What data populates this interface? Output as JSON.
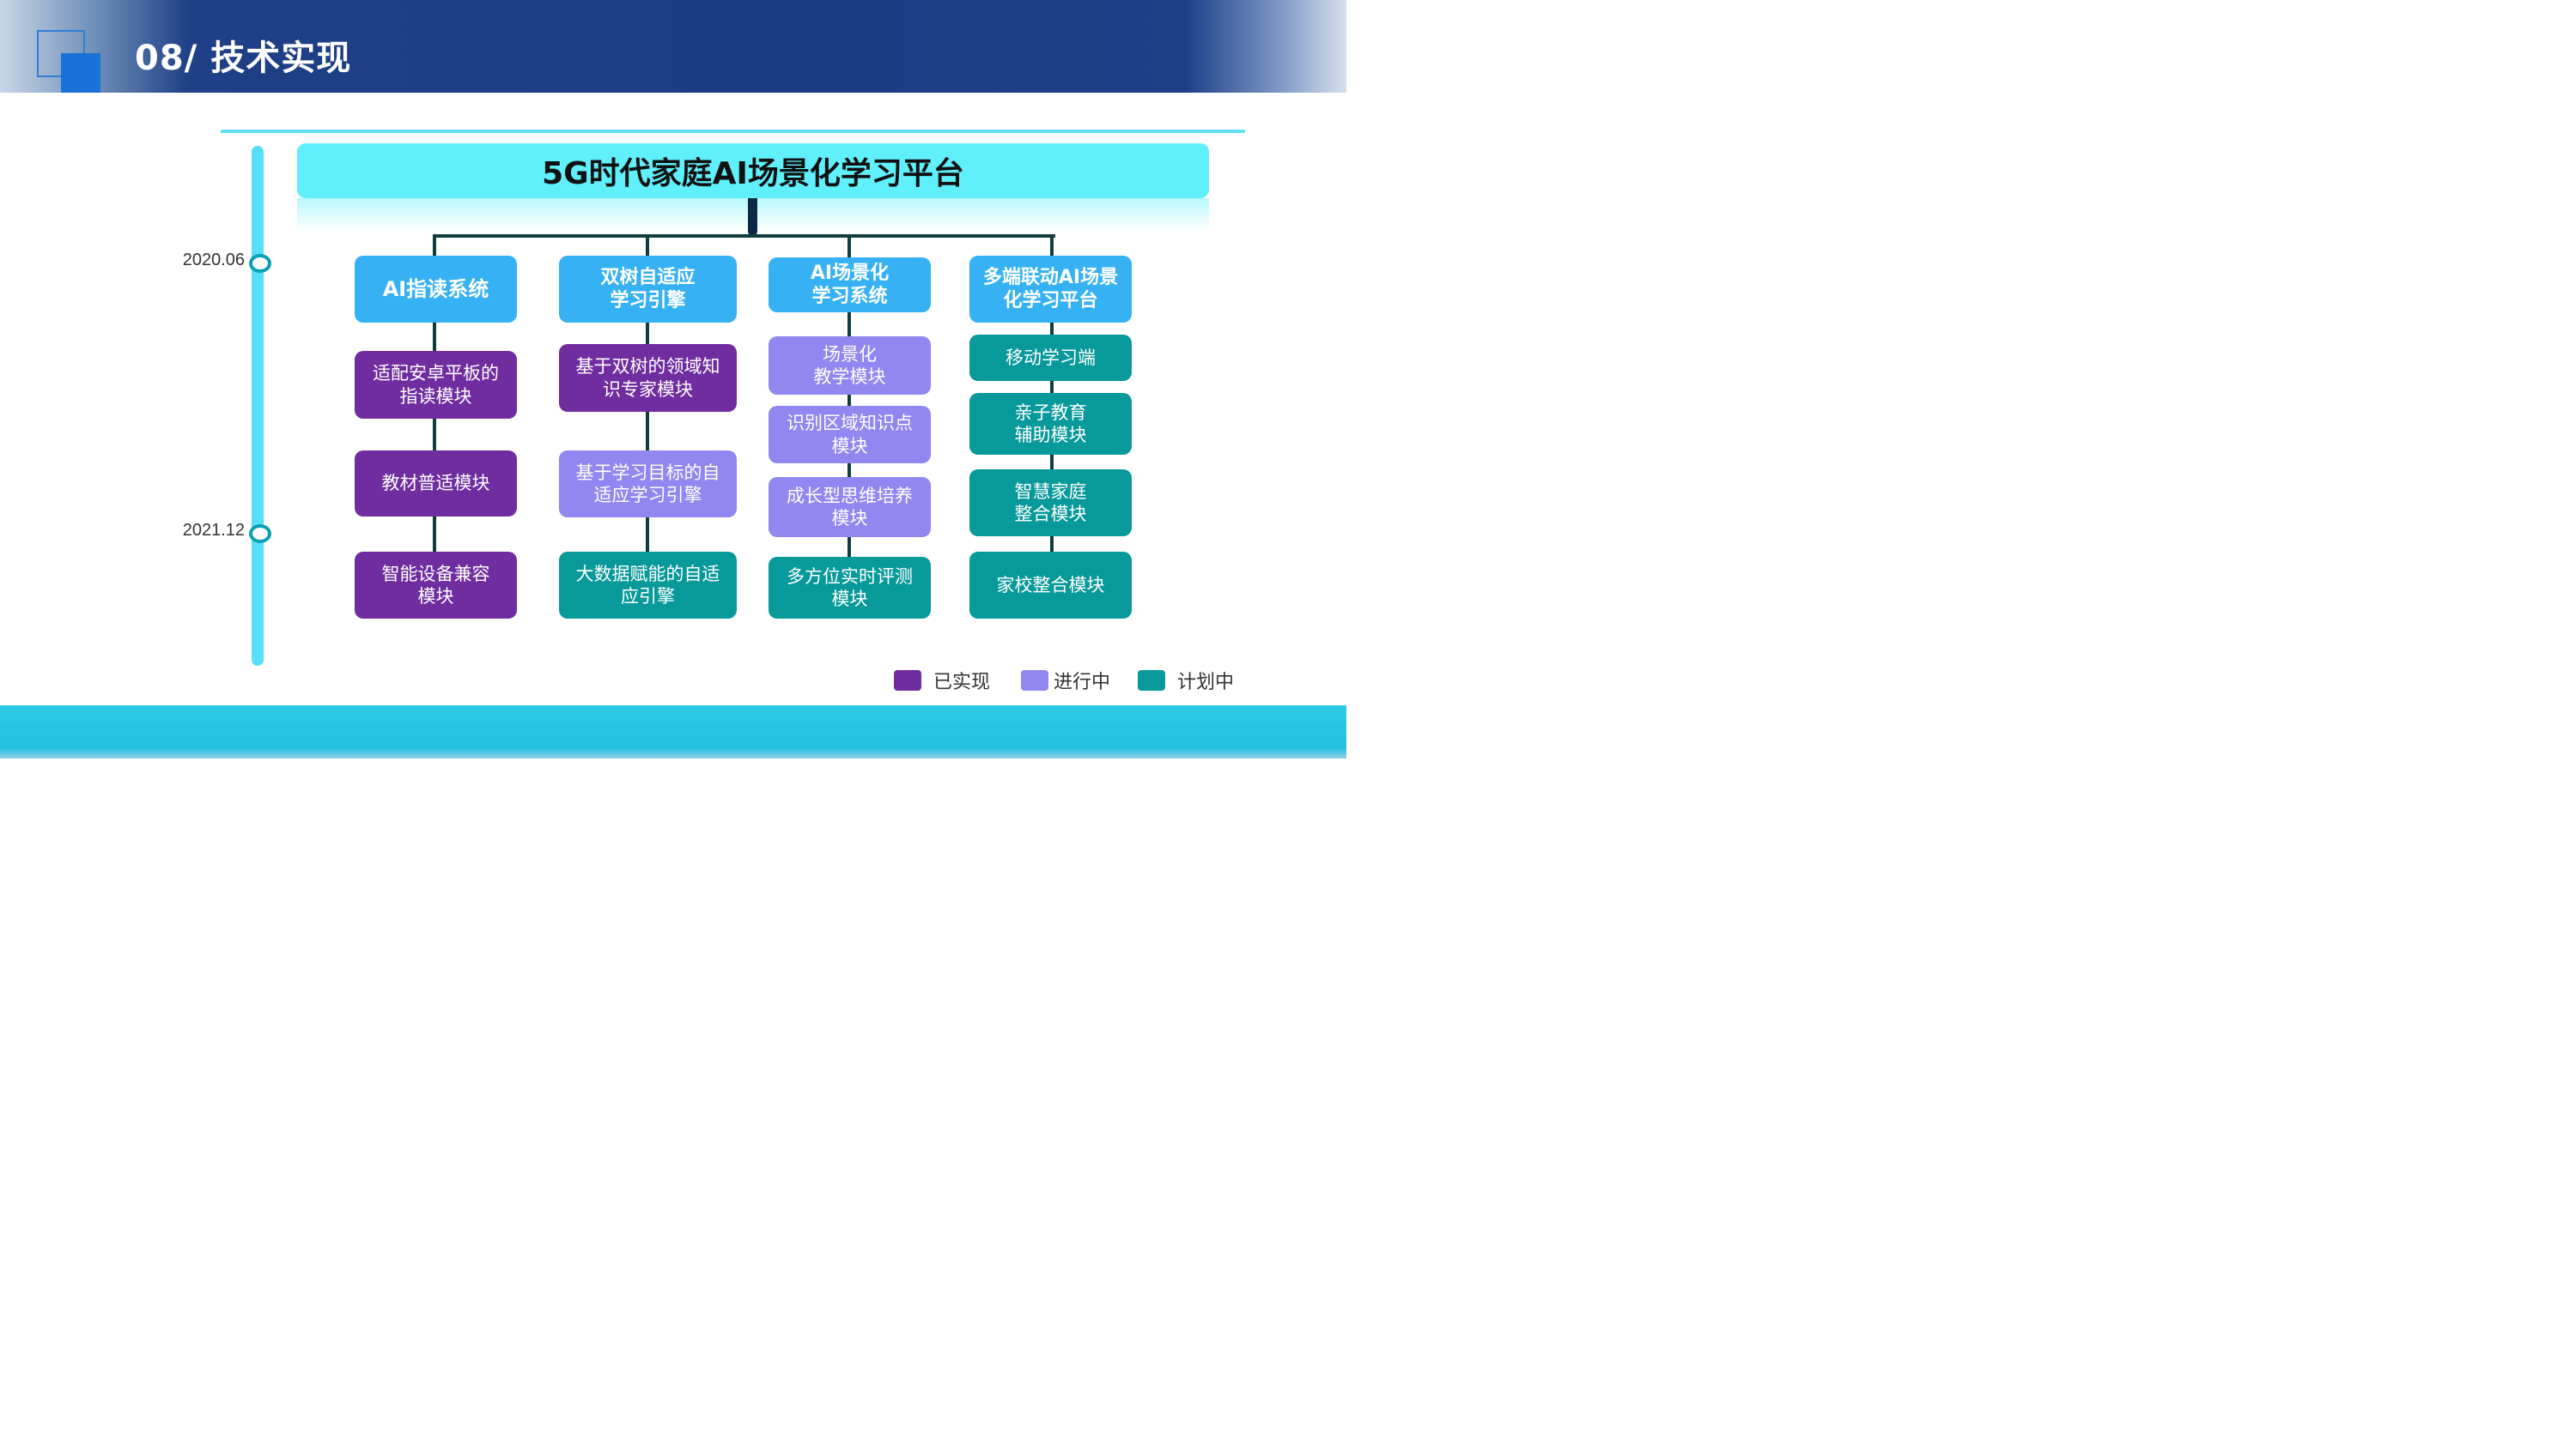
{
  "header": {
    "title": "08/  技术实现"
  },
  "platform": {
    "title": "5G时代家庭AI场景化学习平台"
  },
  "timeline": {
    "start": "2020.06",
    "end": "2021.12"
  },
  "columns": [
    {
      "title": "AI指读系统",
      "modules": [
        {
          "label": "适配安卓平板的\n指读模块",
          "status": "done"
        },
        {
          "label": "教材普适模块",
          "status": "done"
        },
        {
          "label": "智能设备兼容\n模块",
          "status": "done"
        }
      ]
    },
    {
      "title": "双树自适应\n学习引擎",
      "modules": [
        {
          "label": "基于双树的领域知\n识专家模块",
          "status": "done"
        },
        {
          "label": "基于学习目标的自\n适应学习引擎",
          "status": "in-progress"
        },
        {
          "label": "大数据赋能的自适\n应引擎",
          "status": "planned"
        }
      ]
    },
    {
      "title": "AI场景化\n学习系统",
      "modules": [
        {
          "label": "场景化\n教学模块",
          "status": "in-progress"
        },
        {
          "label": "识别区域知识点\n模块",
          "status": "in-progress"
        },
        {
          "label": "成长型思维培养\n模块",
          "status": "in-progress"
        },
        {
          "label": "多方位实时评测\n模块",
          "status": "planned"
        }
      ]
    },
    {
      "title": "多端联动AI场景\n化学习平台",
      "modules": [
        {
          "label": "移动学习端",
          "status": "planned"
        },
        {
          "label": "亲子教育\n辅助模块",
          "status": "planned"
        },
        {
          "label": "智慧家庭\n整合模块",
          "status": "planned"
        },
        {
          "label": "家校整合模块",
          "status": "planned"
        }
      ]
    }
  ],
  "legend": [
    {
      "label": "已实现",
      "color": "#6f2da0"
    },
    {
      "label": "进行中",
      "color": "#9187f0"
    },
    {
      "label": "计划中",
      "color": "#08999a"
    }
  ],
  "colors": {
    "header_bg": "#1b3b84",
    "banner": "#5ff0fb",
    "column_head": "#36b1f3",
    "done": "#6f2da0",
    "in_progress": "#9187f0",
    "planned": "#08999a",
    "footer": "#2ecbe8"
  }
}
